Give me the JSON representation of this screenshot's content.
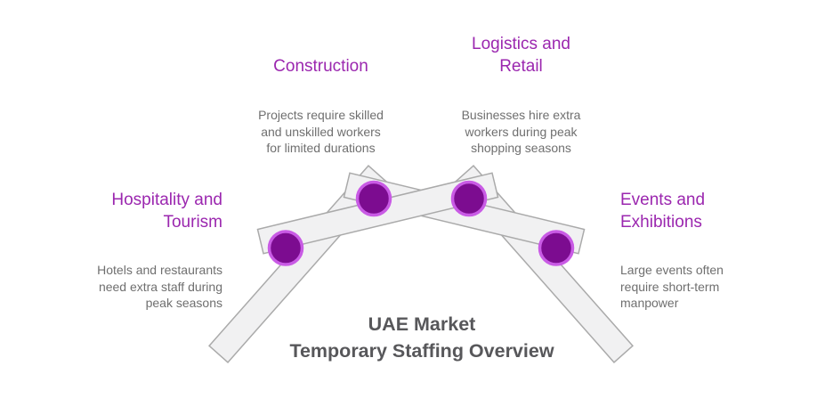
{
  "diagram": {
    "title": "UAE Market\nTemporary Staffing Overview",
    "branches": [
      {
        "id": "hospitality",
        "heading": "Hospitality and\nTourism",
        "description": "Hotels and restaurants\nneed extra staff during\npeak seasons"
      },
      {
        "id": "construction",
        "heading": "Construction",
        "description": "Projects require skilled\nand unskilled workers\nfor limited durations"
      },
      {
        "id": "logistics",
        "heading": "Logistics and\nRetail",
        "description": "Businesses hire extra\nworkers during peak\nshopping seasons"
      },
      {
        "id": "events",
        "heading": "Events and\nExhibitions",
        "description": "Large events often\nrequire short-term\nmanpower"
      }
    ]
  },
  "colors": {
    "background": "#ffffff",
    "heading_text": "#9b27af",
    "body_text": "#6f6f6f",
    "title_text": "#57575a",
    "node_fill": "#7c0c90",
    "node_stroke": "#c95be5",
    "bar_fill": "#f1f1f2",
    "bar_stroke": "#aaaaaa"
  }
}
